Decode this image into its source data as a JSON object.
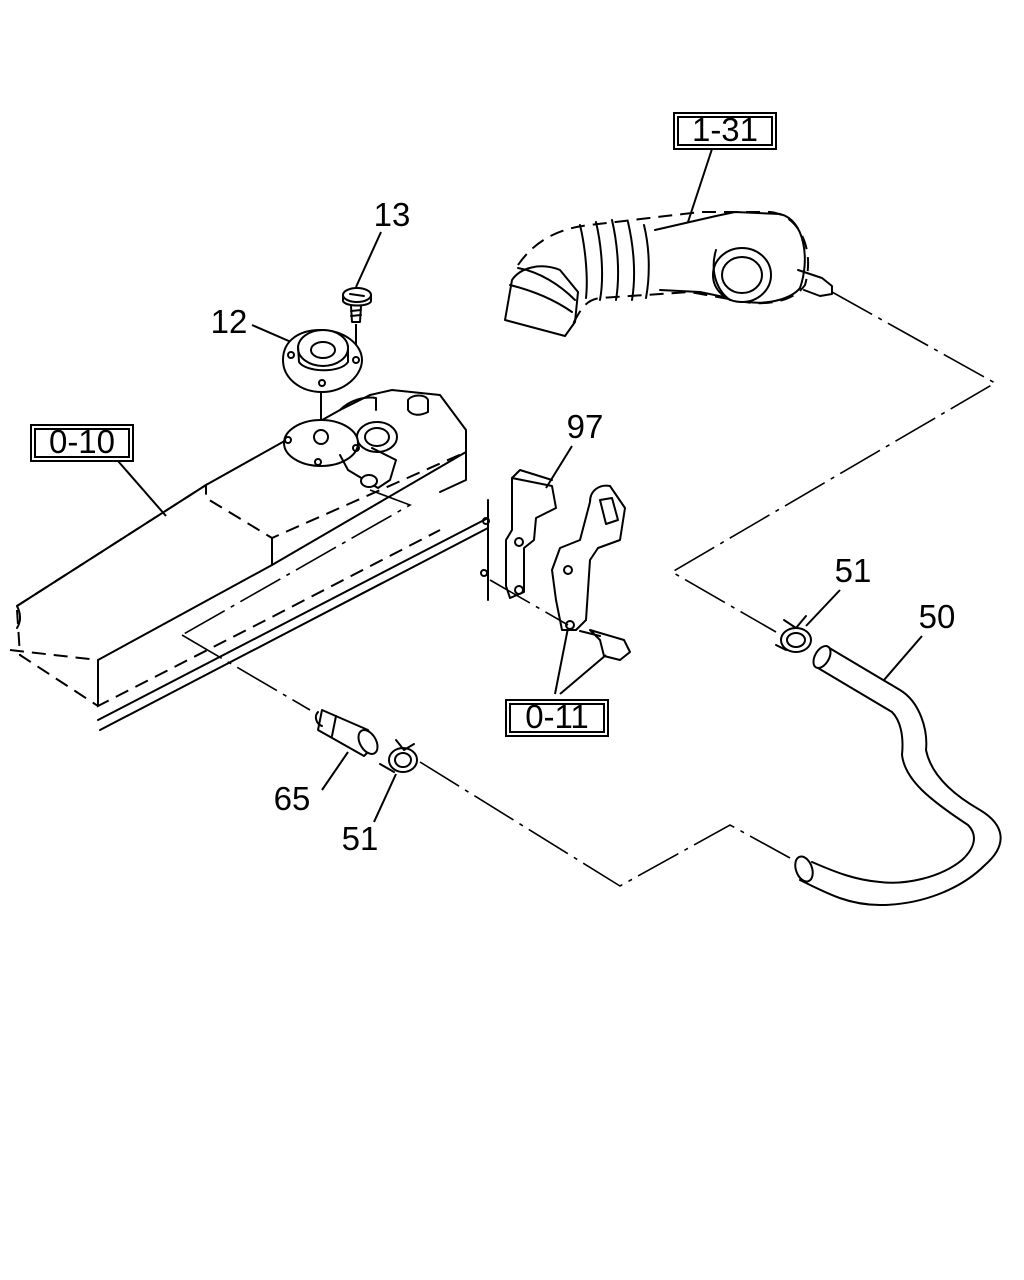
{
  "labels": {
    "part_13": "13",
    "part_12": "12",
    "part_97": "97",
    "part_51_upper": "51",
    "part_50": "50",
    "part_65": "65",
    "part_51_lower": "51"
  },
  "references": {
    "ref_1_31": "1-31",
    "ref_0_10": "0-10",
    "ref_0_11": "0-11"
  }
}
